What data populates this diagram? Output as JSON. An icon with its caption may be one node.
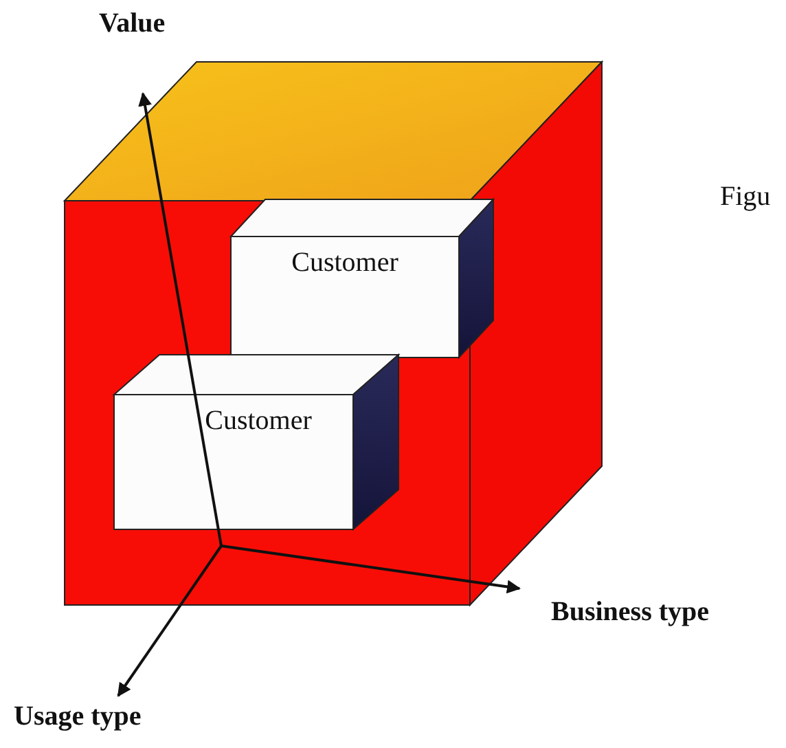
{
  "diagram": {
    "nodes": [
      {
        "text": [],
        "shape": "box"
      },
      {
        "text": [
          "Customer"
        ],
        "in": 0
      },
      {
        "text": [
          "Customer"
        ],
        "in": 0
      }
    ],
    "labels": [
      "Value",
      "Figu",
      "Business type",
      "Usage type"
    ]
  }
}
